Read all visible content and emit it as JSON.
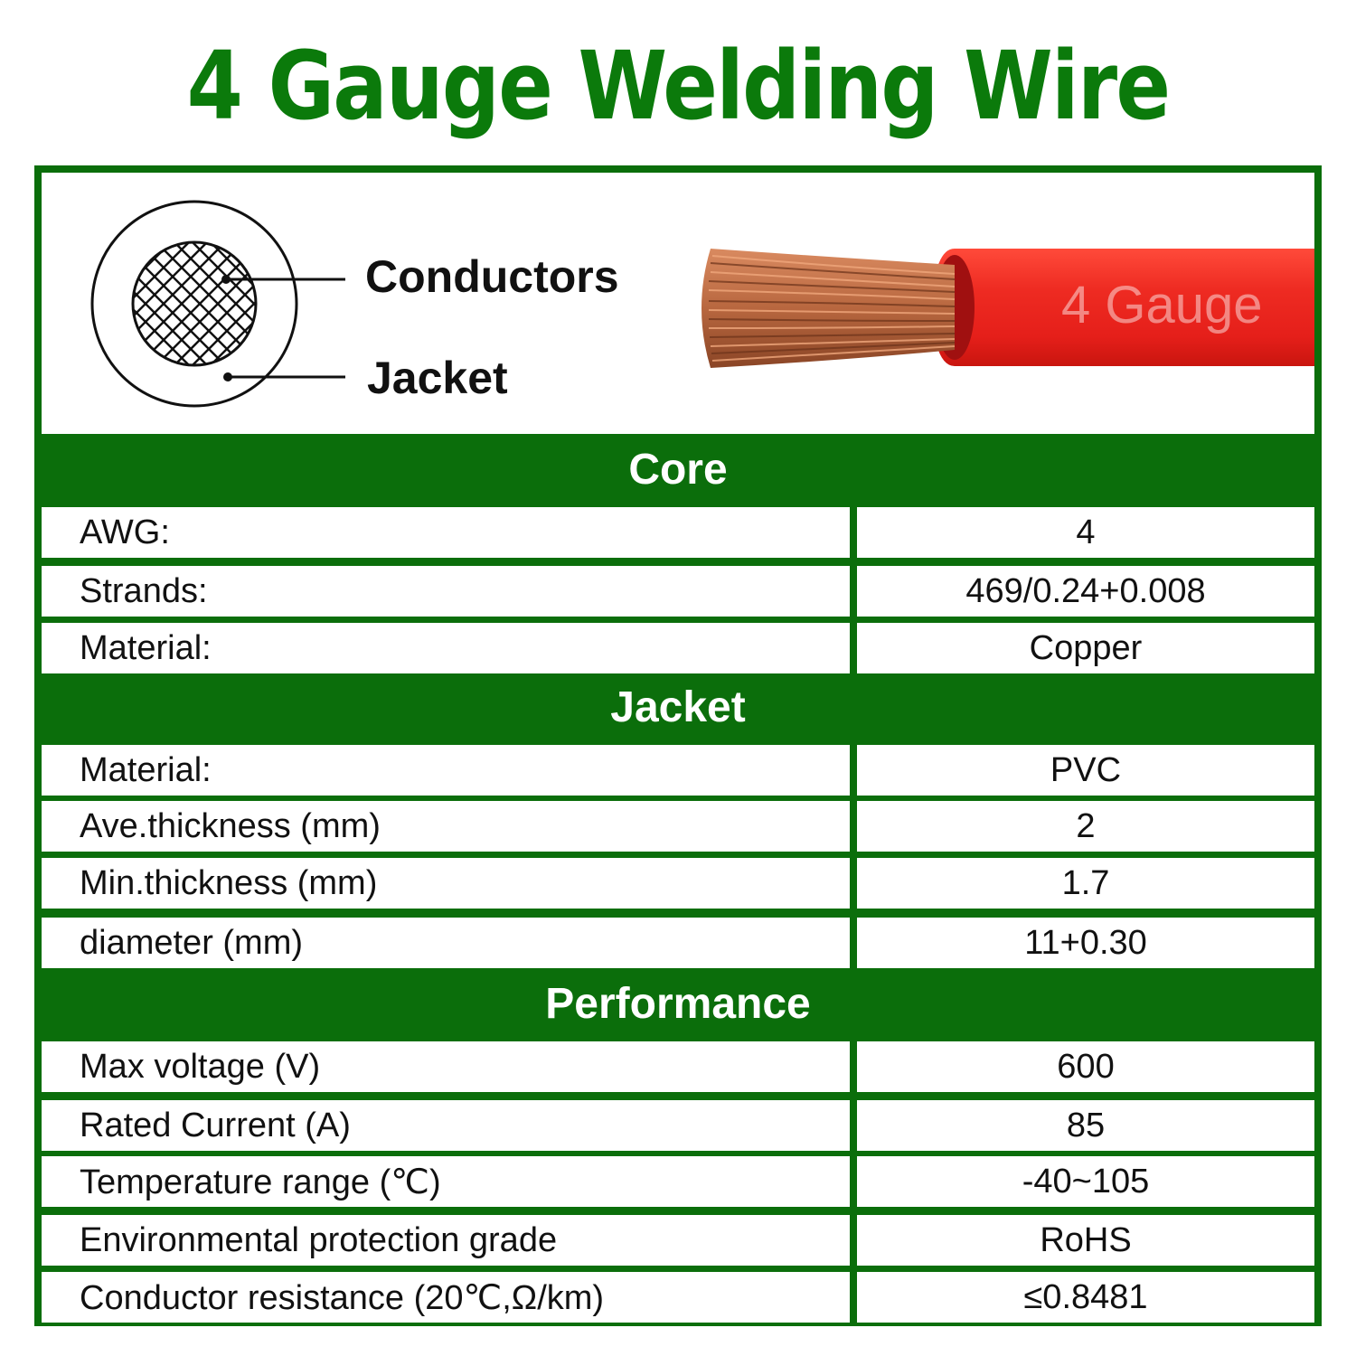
{
  "title": "4 Gauge Welding Wire",
  "diagram": {
    "conductors_label": "Conductors",
    "jacket_label": "Jacket",
    "cable_print_text": "4   Gauge",
    "colors": {
      "jacket_red": "#e8241f",
      "copper": "#b8673f",
      "frame_green": "#0b6e0b",
      "title_green": "#0b7a0b"
    }
  },
  "sections": [
    {
      "heading": "Core",
      "rows": [
        {
          "label": "AWG:",
          "value": "4"
        },
        {
          "label": "Strands:",
          "value": "469/0.24+0.008"
        },
        {
          "label": "Material:",
          "value": "Copper"
        }
      ]
    },
    {
      "heading": "Jacket",
      "rows": [
        {
          "label": "Material:",
          "value": "PVC"
        },
        {
          "label": "Ave.thickness (mm)",
          "value": "2"
        },
        {
          "label": "Min.thickness (mm)",
          "value": "1.7"
        },
        {
          "label": "diameter (mm)",
          "value": "11+0.30"
        }
      ]
    },
    {
      "heading": "Performance",
      "rows": [
        {
          "label": "Max voltage (V)",
          "value": "600"
        },
        {
          "label": "Rated Current (A)",
          "value": "85"
        },
        {
          "label": "Temperature range (℃)",
          "value": "-40~105"
        },
        {
          "label": "Environmental protection grade",
          "value": "RoHS"
        },
        {
          "label": "Conductor resistance (20℃,Ω/km)",
          "value": "≤0.8481"
        }
      ]
    }
  ]
}
